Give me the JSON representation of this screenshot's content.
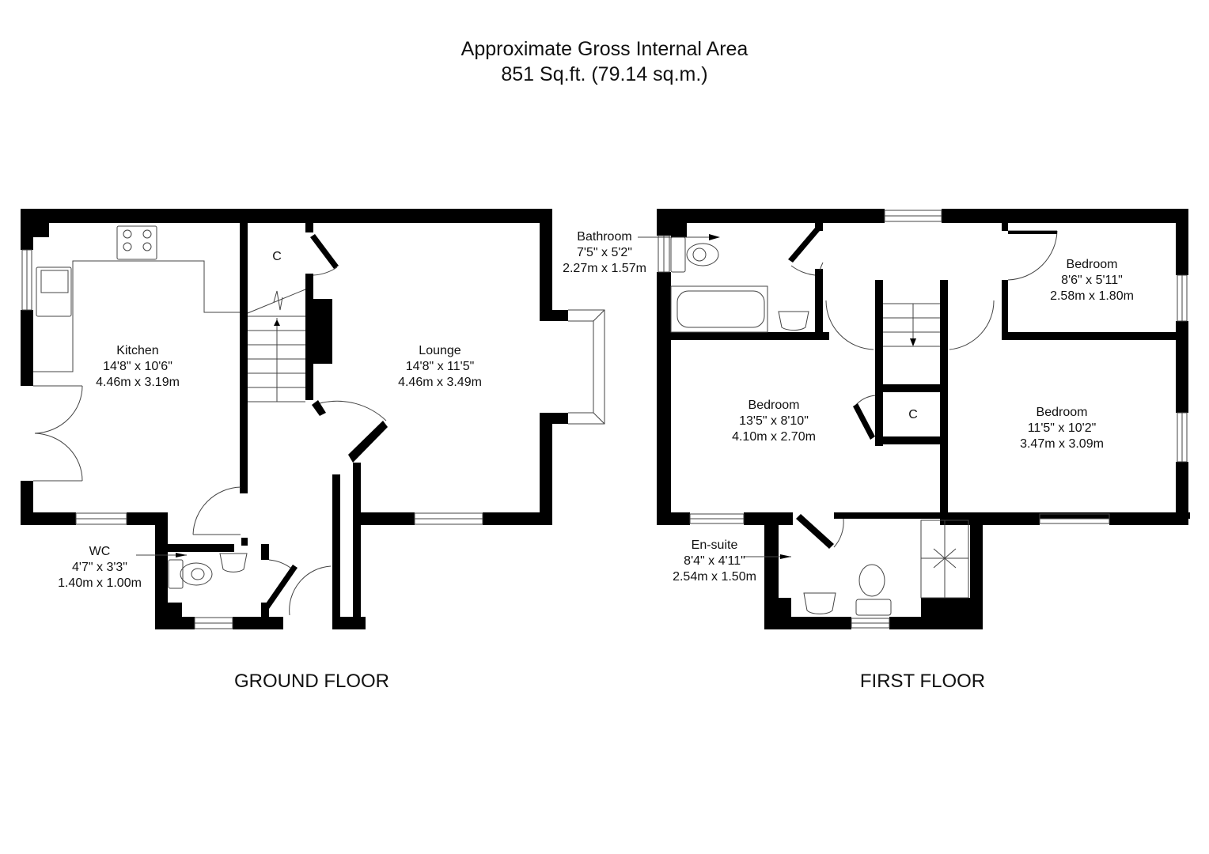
{
  "header": {
    "title_line1": "Approximate Gross Internal Area",
    "title_line2": "851 Sq.ft. (79.14 sq.m.)"
  },
  "floors": [
    {
      "name": "GROUND FLOOR",
      "rooms": [
        {
          "name": "Kitchen",
          "imperial": "14'8\" x 10'6\"",
          "metric": "4.46m x 3.19m"
        },
        {
          "name": "Lounge",
          "imperial": "14'8\" x 11'5\"",
          "metric": "4.46m x 3.49m"
        },
        {
          "name": "WC",
          "imperial": "4'7\" x 3'3\"",
          "metric": "1.40m x 1.00m"
        },
        {
          "name": "C"
        }
      ]
    },
    {
      "name": "FIRST FLOOR",
      "rooms": [
        {
          "name": "Bathroom",
          "imperial": "7'5\" x 5'2\"",
          "metric": "2.27m x 1.57m"
        },
        {
          "name": "Bedroom",
          "imperial": "8'6\" x 5'11\"",
          "metric": "2.58m x 1.80m"
        },
        {
          "name": "Bedroom",
          "imperial": "13'5\" x 8'10\"",
          "metric": "4.10m x 2.70m"
        },
        {
          "name": "Bedroom",
          "imperial": "11'5\" x 10'2\"",
          "metric": "3.47m x 3.09m"
        },
        {
          "name": "En-suite",
          "imperial": "8'4\" x 4'11\"",
          "metric": "2.54m x 1.50m"
        },
        {
          "name": "C"
        }
      ]
    }
  ],
  "colors": {
    "wall": "#000000",
    "fixture": "#555555",
    "background": "#ffffff"
  }
}
